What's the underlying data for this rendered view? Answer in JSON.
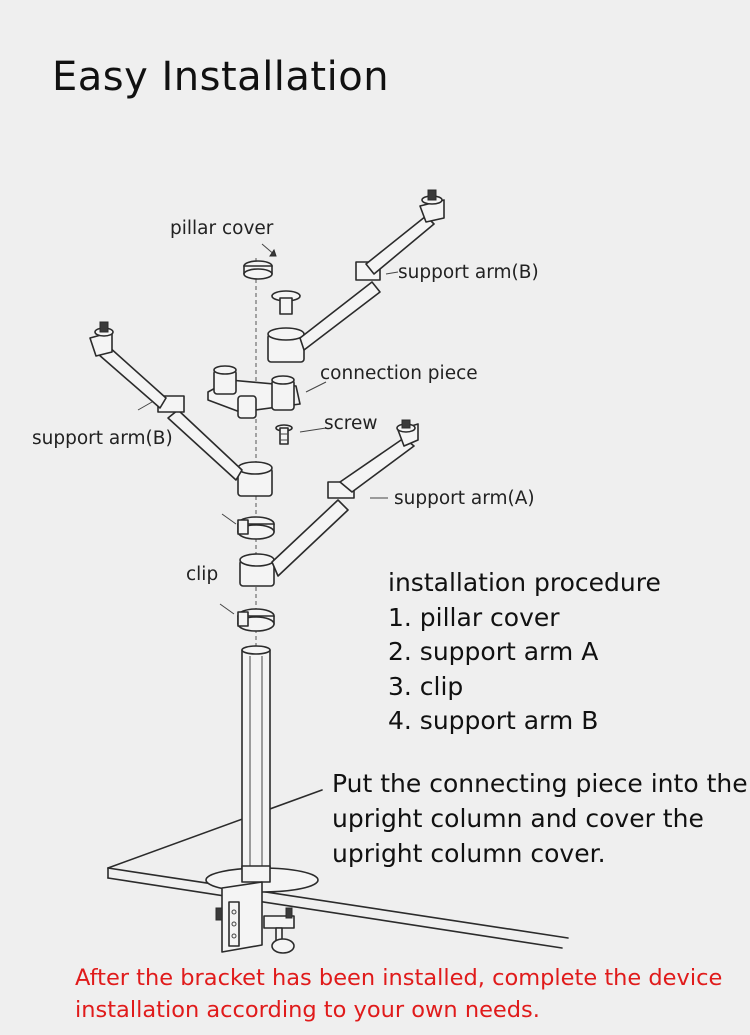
{
  "title": "Easy Installation",
  "labels": {
    "pillar_cover": "pillar cover",
    "support_arm_b_top": "support arm(B)",
    "connection_piece": "connection piece",
    "screw": "screw",
    "support_arm_b_left": "support arm(B)",
    "support_arm_a": "support arm(A)",
    "clip": "clip"
  },
  "procedure": {
    "heading": "installation procedure",
    "steps": [
      "1. pillar cover",
      "2. support arm A",
      "3. clip",
      "4. support arm B"
    ]
  },
  "instructions": {
    "lines": [
      "Put the connecting piece into the",
      "upright column and cover the",
      "upright column cover."
    ]
  },
  "note": {
    "lines": [
      "After the bracket has been installed, complete the device",
      "installation according to your own needs."
    ],
    "color": "#e01b1b"
  },
  "icons": {
    "pillar_cover": "pillar-cover-icon",
    "connection_piece": "connection-piece-icon",
    "screw": "screw-icon",
    "clip": "clip-icon",
    "column": "upright-column-icon",
    "clamp": "desk-clamp-icon"
  }
}
